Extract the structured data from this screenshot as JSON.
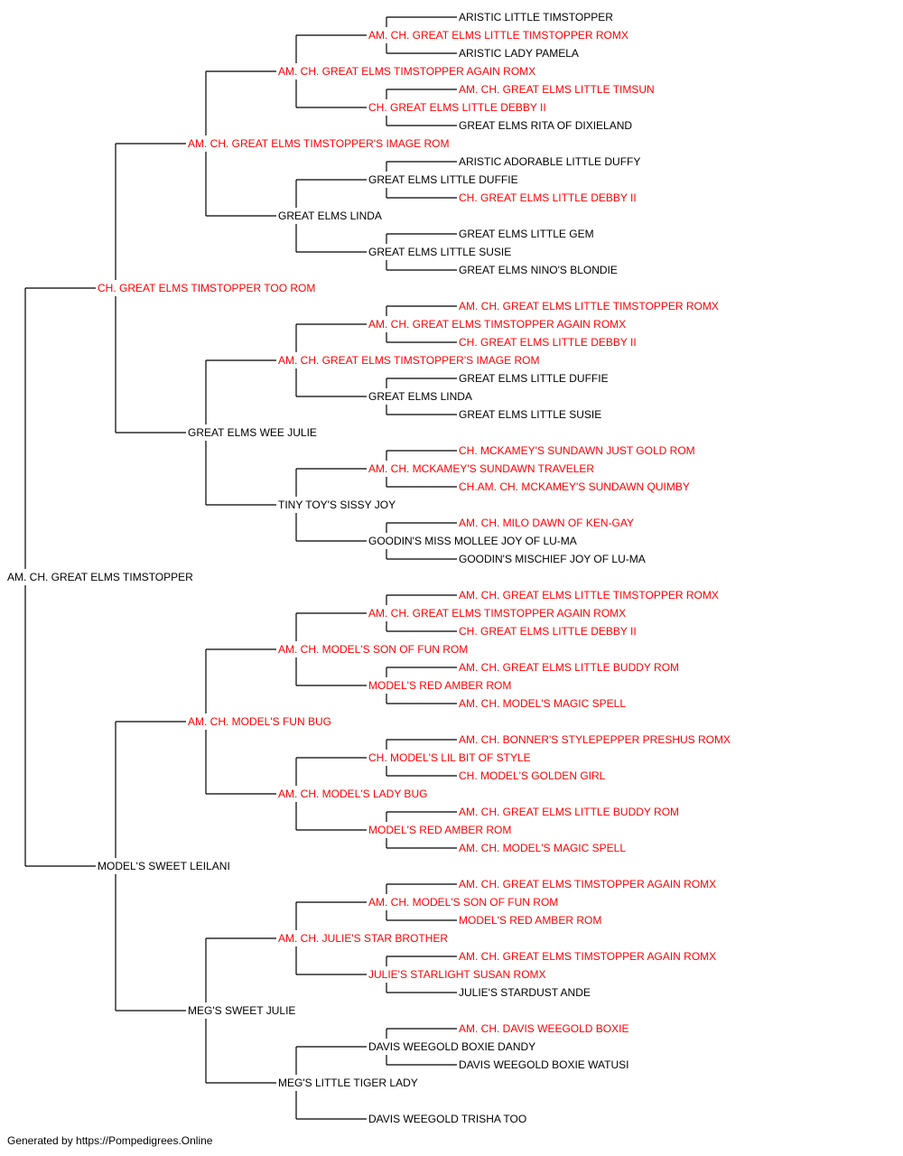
{
  "colors": {
    "champion": "#ff0000",
    "normal": "#000000",
    "line": "#000000"
  },
  "pedigree": [
    {
      "id": "subject",
      "parent": null,
      "name": "AM. CH. GREAT ELMS TIMSTOPPER",
      "champion": false
    },
    {
      "id": "s",
      "parent": "subject",
      "name": "CH. GREAT ELMS TIMSTOPPER TOO ROM",
      "champion": true
    },
    {
      "id": "d",
      "parent": "subject",
      "name": "MODEL'S SWEET LEILANI",
      "champion": false
    },
    {
      "id": "ss",
      "parent": "s",
      "name": "AM. CH. GREAT ELMS TIMSTOPPER'S IMAGE ROM",
      "champion": true
    },
    {
      "id": "sd",
      "parent": "s",
      "name": "GREAT ELMS WEE JULIE",
      "champion": false
    },
    {
      "id": "ds",
      "parent": "d",
      "name": "AM. CH. MODEL'S FUN BUG",
      "champion": true
    },
    {
      "id": "dd",
      "parent": "d",
      "name": "MEG'S SWEET JULIE",
      "champion": false
    },
    {
      "id": "sss",
      "parent": "ss",
      "name": "AM. CH. GREAT ELMS TIMSTOPPER AGAIN ROMX",
      "champion": true
    },
    {
      "id": "ssd",
      "parent": "ss",
      "name": "GREAT ELMS LINDA",
      "champion": false
    },
    {
      "id": "sds",
      "parent": "sd",
      "name": "AM. CH. GREAT ELMS TIMSTOPPER'S IMAGE ROM",
      "champion": true
    },
    {
      "id": "sdd",
      "parent": "sd",
      "name": "TINY TOY'S SISSY JOY",
      "champion": false
    },
    {
      "id": "dss",
      "parent": "ds",
      "name": "AM. CH. MODEL'S SON OF FUN ROM",
      "champion": true
    },
    {
      "id": "dsd",
      "parent": "ds",
      "name": "AM. CH. MODEL'S LADY BUG",
      "champion": true
    },
    {
      "id": "dds",
      "parent": "dd",
      "name": "AM. CH. JULIE'S STAR BROTHER",
      "champion": true
    },
    {
      "id": "ddd",
      "parent": "dd",
      "name": "MEG'S LITTLE TIGER LADY",
      "champion": false
    },
    {
      "id": "ssss",
      "parent": "sss",
      "name": "AM. CH. GREAT ELMS LITTLE TIMSTOPPER ROMX",
      "champion": true
    },
    {
      "id": "sssd",
      "parent": "sss",
      "name": "CH. GREAT ELMS LITTLE DEBBY II",
      "champion": true
    },
    {
      "id": "ssds",
      "parent": "ssd",
      "name": "GREAT ELMS LITTLE DUFFIE",
      "champion": false
    },
    {
      "id": "ssdd",
      "parent": "ssd",
      "name": "GREAT ELMS LITTLE SUSIE",
      "champion": false
    },
    {
      "id": "sdss",
      "parent": "sds",
      "name": "AM. CH. GREAT ELMS TIMSTOPPER AGAIN ROMX",
      "champion": true
    },
    {
      "id": "sdsd",
      "parent": "sds",
      "name": "GREAT ELMS LINDA",
      "champion": false
    },
    {
      "id": "sdds",
      "parent": "sdd",
      "name": "AM. CH. MCKAMEY'S SUNDAWN TRAVELER",
      "champion": true
    },
    {
      "id": "sddd",
      "parent": "sdd",
      "name": "GOODIN'S MISS MOLLEE JOY OF LU-MA",
      "champion": false
    },
    {
      "id": "dsss",
      "parent": "dss",
      "name": "AM. CH. GREAT ELMS TIMSTOPPER AGAIN ROMX",
      "champion": true
    },
    {
      "id": "dssd",
      "parent": "dss",
      "name": "MODEL'S RED AMBER ROM",
      "champion": true
    },
    {
      "id": "dsds",
      "parent": "dsd",
      "name": "CH. MODEL'S LIL BIT OF STYLE",
      "champion": true
    },
    {
      "id": "dsdd",
      "parent": "dsd",
      "name": "MODEL'S RED AMBER ROM",
      "champion": true
    },
    {
      "id": "ddss",
      "parent": "dds",
      "name": "AM. CH. MODEL'S SON OF FUN ROM",
      "champion": true
    },
    {
      "id": "ddsd",
      "parent": "dds",
      "name": "JULIE'S STARLIGHT SUSAN ROMX",
      "champion": true
    },
    {
      "id": "ddds",
      "parent": "ddd",
      "name": "DAVIS WEEGOLD BOXIE DANDY",
      "champion": false
    },
    {
      "id": "dddd",
      "parent": "ddd",
      "name": "DAVIS WEEGOLD TRISHA TOO",
      "champion": false
    },
    {
      "id": "sssss",
      "parent": "ssss",
      "name": "ARISTIC LITTLE TIMSTOPPER",
      "champion": false
    },
    {
      "id": "ssssd",
      "parent": "ssss",
      "name": "ARISTIC LADY PAMELA",
      "champion": false
    },
    {
      "id": "sssds",
      "parent": "sssd",
      "name": "AM. CH. GREAT ELMS LITTLE TIMSUN",
      "champion": true
    },
    {
      "id": "sssdd",
      "parent": "sssd",
      "name": "GREAT ELMS RITA OF DIXIELAND",
      "champion": false
    },
    {
      "id": "ssdss",
      "parent": "ssds",
      "name": "ARISTIC ADORABLE LITTLE DUFFY",
      "champion": false
    },
    {
      "id": "ssdsd",
      "parent": "ssds",
      "name": "CH. GREAT ELMS LITTLE DEBBY II",
      "champion": true
    },
    {
      "id": "ssdds",
      "parent": "ssdd",
      "name": "GREAT ELMS LITTLE GEM",
      "champion": false
    },
    {
      "id": "ssddd",
      "parent": "ssdd",
      "name": "GREAT ELMS NINO'S BLONDIE",
      "champion": false
    },
    {
      "id": "sdsss",
      "parent": "sdss",
      "name": "AM. CH. GREAT ELMS LITTLE TIMSTOPPER ROMX",
      "champion": true
    },
    {
      "id": "sdssd",
      "parent": "sdss",
      "name": "CH. GREAT ELMS LITTLE DEBBY II",
      "champion": true
    },
    {
      "id": "sdsds",
      "parent": "sdsd",
      "name": "GREAT ELMS LITTLE DUFFIE",
      "champion": false
    },
    {
      "id": "sdsdd",
      "parent": "sdsd",
      "name": "GREAT ELMS LITTLE SUSIE",
      "champion": false
    },
    {
      "id": "sddss",
      "parent": "sdds",
      "name": "CH. MCKAMEY'S SUNDAWN JUST GOLD ROM",
      "champion": true
    },
    {
      "id": "sddsd",
      "parent": "sdds",
      "name": "CH.AM. CH. MCKAMEY'S SUNDAWN QUIMBY",
      "champion": true
    },
    {
      "id": "sddds",
      "parent": "sddd",
      "name": "AM. CH. MILO DAWN OF KEN-GAY",
      "champion": true
    },
    {
      "id": "sdddd",
      "parent": "sddd",
      "name": "GOODIN'S MISCHIEF JOY OF LU-MA",
      "champion": false
    },
    {
      "id": "dssss",
      "parent": "dsss",
      "name": "AM. CH. GREAT ELMS LITTLE TIMSTOPPER ROMX",
      "champion": true
    },
    {
      "id": "dsssd",
      "parent": "dsss",
      "name": "CH. GREAT ELMS LITTLE DEBBY II",
      "champion": true
    },
    {
      "id": "dssds",
      "parent": "dssd",
      "name": "AM. CH. GREAT ELMS LITTLE BUDDY ROM",
      "champion": true
    },
    {
      "id": "dssdd",
      "parent": "dssd",
      "name": "AM. CH. MODEL'S MAGIC SPELL",
      "champion": true
    },
    {
      "id": "dsdss",
      "parent": "dsds",
      "name": "AM. CH. BONNER'S STYLEPEPPER PRESHUS ROMX",
      "champion": true
    },
    {
      "id": "dsdsd",
      "parent": "dsds",
      "name": "CH. MODEL'S GOLDEN GIRL",
      "champion": true
    },
    {
      "id": "dsdds",
      "parent": "dsdd",
      "name": "AM. CH. GREAT ELMS LITTLE BUDDY ROM",
      "champion": true
    },
    {
      "id": "dsddd",
      "parent": "dsdd",
      "name": "AM. CH. MODEL'S MAGIC SPELL",
      "champion": true
    },
    {
      "id": "ddsss",
      "parent": "ddss",
      "name": "AM. CH. GREAT ELMS TIMSTOPPER AGAIN ROMX",
      "champion": true
    },
    {
      "id": "ddssd",
      "parent": "ddss",
      "name": "MODEL'S RED AMBER ROM",
      "champion": true
    },
    {
      "id": "ddsds",
      "parent": "ddsd",
      "name": "AM. CH. GREAT ELMS TIMSTOPPER AGAIN ROMX",
      "champion": true
    },
    {
      "id": "ddsdd",
      "parent": "ddsd",
      "name": "JULIE'S STARDUST ANDE",
      "champion": false
    },
    {
      "id": "dddss",
      "parent": "ddds",
      "name": "AM. CH. DAVIS WEEGOLD BOXIE",
      "champion": true
    },
    {
      "id": "dddsd",
      "parent": "ddds",
      "name": "DAVIS WEEGOLD BOXIE WATUSI",
      "champion": false
    }
  ],
  "footer": "Generated by https://Pompedigrees.Online"
}
